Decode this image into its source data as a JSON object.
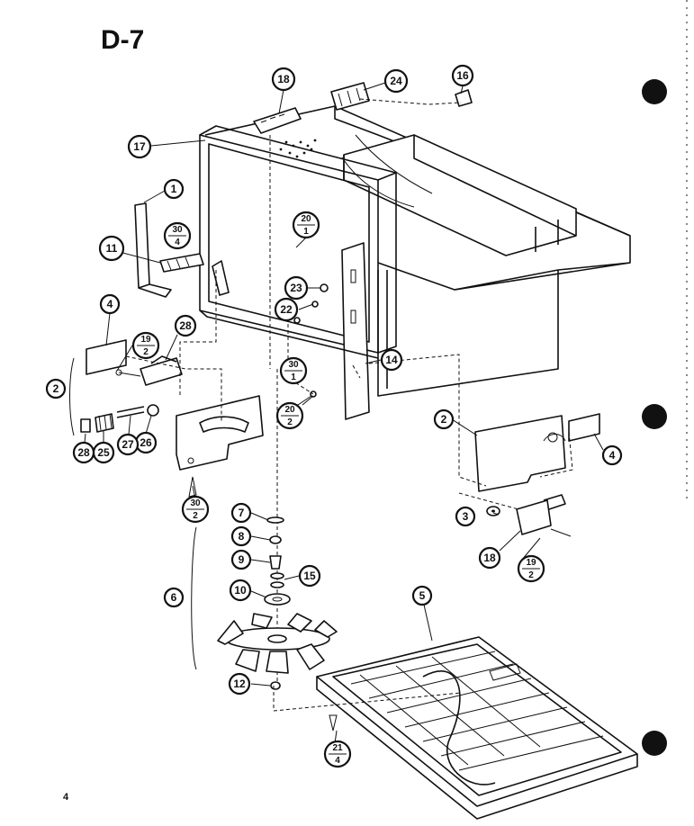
{
  "page": {
    "title": "D-7",
    "page_number": "4",
    "colors": {
      "ink": "#111111",
      "paper": "#ffffff"
    }
  },
  "callouts": [
    {
      "id": "c1",
      "text": "1"
    },
    {
      "id": "c2a",
      "text": "2"
    },
    {
      "id": "c2b",
      "text": "2"
    },
    {
      "id": "c3",
      "text": "3"
    },
    {
      "id": "c4a",
      "text": "4"
    },
    {
      "id": "c4b",
      "text": "4"
    },
    {
      "id": "c5",
      "text": "5"
    },
    {
      "id": "c6",
      "text": "6"
    },
    {
      "id": "c7",
      "text": "7"
    },
    {
      "id": "c8",
      "text": "8"
    },
    {
      "id": "c9",
      "text": "9"
    },
    {
      "id": "c10",
      "text": "10"
    },
    {
      "id": "c11",
      "text": "11"
    },
    {
      "id": "c12",
      "text": "12"
    },
    {
      "id": "c14",
      "text": "14"
    },
    {
      "id": "c15",
      "text": "15"
    },
    {
      "id": "c16",
      "text": "16"
    },
    {
      "id": "c17",
      "text": "17"
    },
    {
      "id": "c18a",
      "text": "18"
    },
    {
      "id": "c18b",
      "text": "18"
    },
    {
      "id": "c20a",
      "text": "20",
      "sub": "1"
    },
    {
      "id": "c20b",
      "text": "20",
      "sub": "2"
    },
    {
      "id": "c21",
      "text": "21",
      "sub": "4"
    },
    {
      "id": "c22",
      "text": "22"
    },
    {
      "id": "c23",
      "text": "23"
    },
    {
      "id": "c24",
      "text": "24"
    },
    {
      "id": "c25",
      "text": "25"
    },
    {
      "id": "c26",
      "text": "26"
    },
    {
      "id": "c27",
      "text": "27"
    },
    {
      "id": "c28a",
      "text": "28"
    },
    {
      "id": "c28b",
      "text": "28"
    },
    {
      "id": "c30a",
      "text": "30",
      "sub": "4"
    },
    {
      "id": "c30b",
      "text": "30",
      "sub": "1"
    },
    {
      "id": "c30c",
      "text": "30",
      "sub": "2"
    },
    {
      "id": "c19a",
      "text": "19",
      "sub": "2"
    },
    {
      "id": "c19b",
      "text": "19",
      "sub": "2"
    }
  ]
}
